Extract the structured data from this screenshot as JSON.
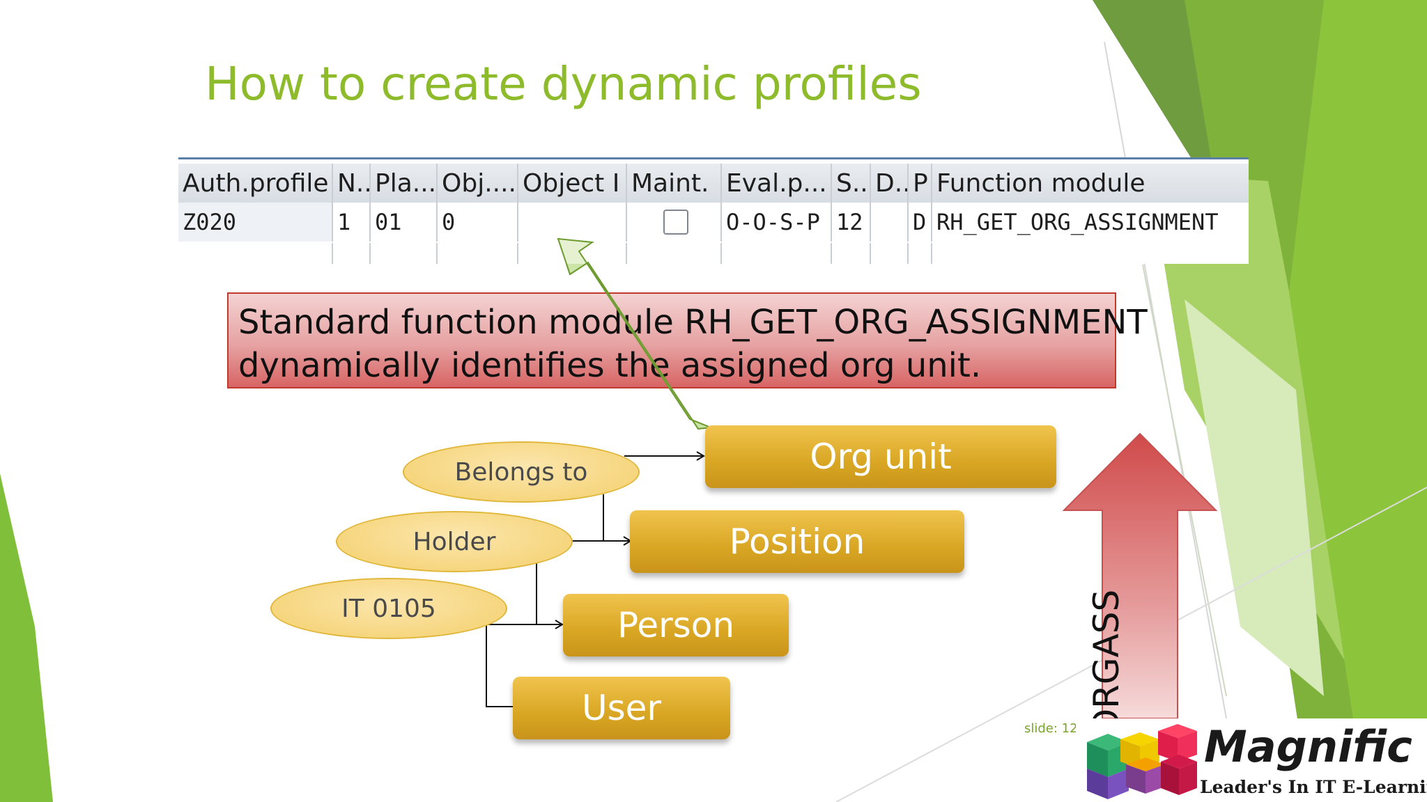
{
  "slide": {
    "title": "How to create dynamic profiles",
    "slide_number": "slide: 12"
  },
  "sap_table": {
    "headers": [
      "Auth.profile",
      "N..",
      "Pla...",
      "Obj....",
      "Object I",
      "Maint.",
      "Eval.p...",
      "S..",
      "D..",
      "P",
      "Function module"
    ],
    "row": [
      "Z020",
      "1",
      "01",
      "0",
      "",
      "",
      "O-O-S-P",
      "12",
      "",
      "D",
      "RH_GET_ORG_ASSIGNMENT"
    ],
    "maint_checked": false
  },
  "callout": {
    "line1": "Standard function module RH_GET_ORG_ASSIGNMENT",
    "line2": "dynamically identifies the assigned org unit."
  },
  "diagram": {
    "relations": [
      "Belongs to",
      "Holder",
      "IT 0105"
    ],
    "objects": [
      "Org unit",
      "Position",
      "Person",
      "User"
    ]
  },
  "orgass_arrow": {
    "label": "ORGASS"
  },
  "logo": {
    "name": "Magnific",
    "tagline": "Leader's In IT E-Learning"
  },
  "colors": {
    "title_green": "#8dbb2c",
    "gold": "#d9a623",
    "callout_red": "#d86464"
  }
}
